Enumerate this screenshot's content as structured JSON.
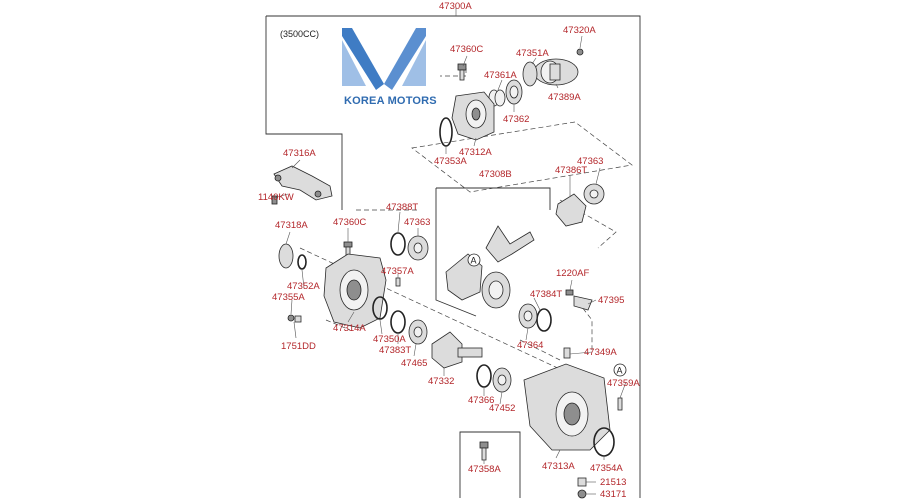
{
  "diagram": {
    "assembly_number": "47300A",
    "engine_note": "(3500CC)",
    "brand": {
      "name": "KOREA MOTORS"
    },
    "colors": {
      "label": "#b3262a",
      "line": "#333333",
      "brand_blue": "#2f6bb0"
    },
    "callout": "A",
    "labels": [
      "47360C",
      "47320A",
      "47351A",
      "47361A",
      "47389A",
      "47362",
      "47312A",
      "47353A",
      "47316A",
      "1140KW",
      "47308B",
      "47363",
      "47386T",
      "47388T",
      "47363",
      "47360C",
      "47318A",
      "47357A",
      "1220AF",
      "47352A",
      "47355A",
      "47384T",
      "47395",
      "47314A",
      "47350A",
      "47383T",
      "47364",
      "1751DD",
      "47465",
      "47349A",
      "47332",
      "47359A",
      "47366",
      "47452",
      "47358A",
      "47313A",
      "47354A",
      "21513",
      "43171"
    ]
  }
}
